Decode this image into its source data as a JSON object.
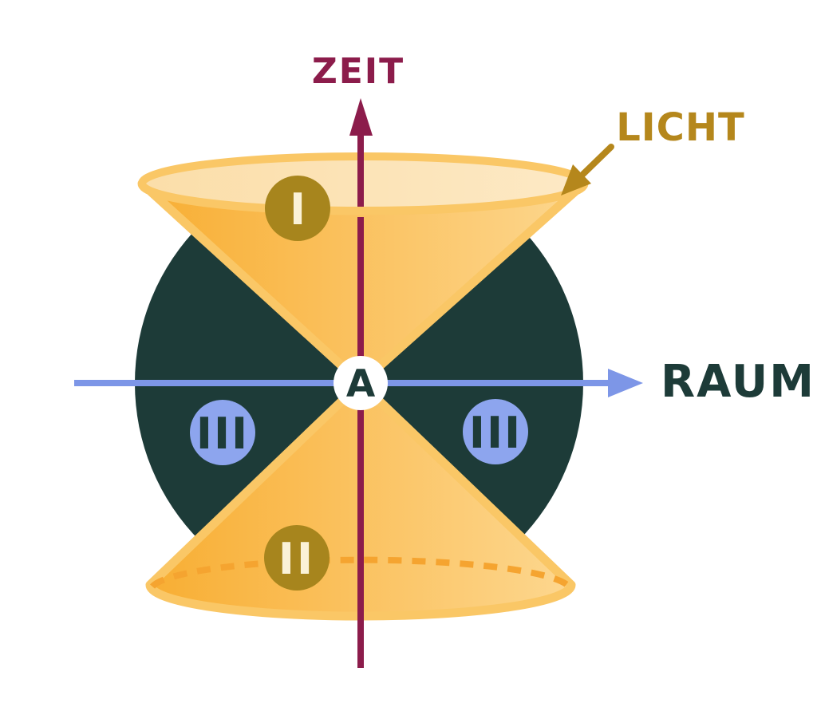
{
  "diagram": {
    "type": "light-cone-spacetime-diagram",
    "labels": {
      "time_axis": "ZEIT",
      "space_axis": "RAUM",
      "light": "LICHT",
      "origin": "A",
      "region_future_cone": "I",
      "region_past_cone": "II",
      "region_elsewhere_left": "III",
      "region_elsewhere_right": "III"
    }
  },
  "colors": {
    "background": "#ffffff",
    "time_axis": "#8C1C4B",
    "space_axis": "#7D96E7",
    "spacetime_circle": "#1D3B38",
    "space_label_text": "#1D3B38",
    "cone_gradient_start": "#F8AE33",
    "cone_gradient_end": "#FDD78F",
    "cone_outline": "#FAC766",
    "ellipse_fill_start": "#FBDEA9",
    "ellipse_fill_end": "#FDE9C5",
    "hidden_edge_dash": "#F5A430",
    "light_label": "#B5871C",
    "badge_gold_fill": "#A7851D",
    "badge_gold_text": "#FBF2D7",
    "badge_blue_fill": "#8DA5EE",
    "badge_blue_text": "#1D3B38",
    "origin_fill": "#FFFFFF",
    "origin_text": "#1D3B38"
  }
}
